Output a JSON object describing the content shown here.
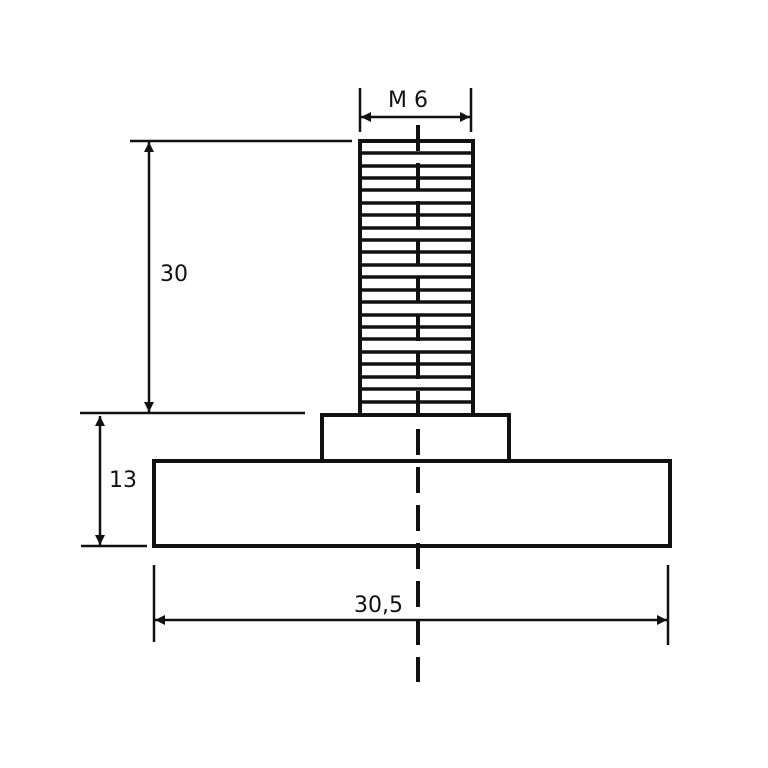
{
  "drawing": {
    "title": "Threaded leveling foot technical drawing",
    "colors": {
      "line": "#111111",
      "background": "#ffffff"
    },
    "dimensions": {
      "thread": {
        "label": "M 6"
      },
      "thread_length": {
        "label": "30"
      },
      "base_height": {
        "label": "13"
      },
      "base_diameter": {
        "label": "30,5"
      }
    },
    "parts": [
      "threaded-stud",
      "collar",
      "base-disc",
      "centerline"
    ]
  }
}
